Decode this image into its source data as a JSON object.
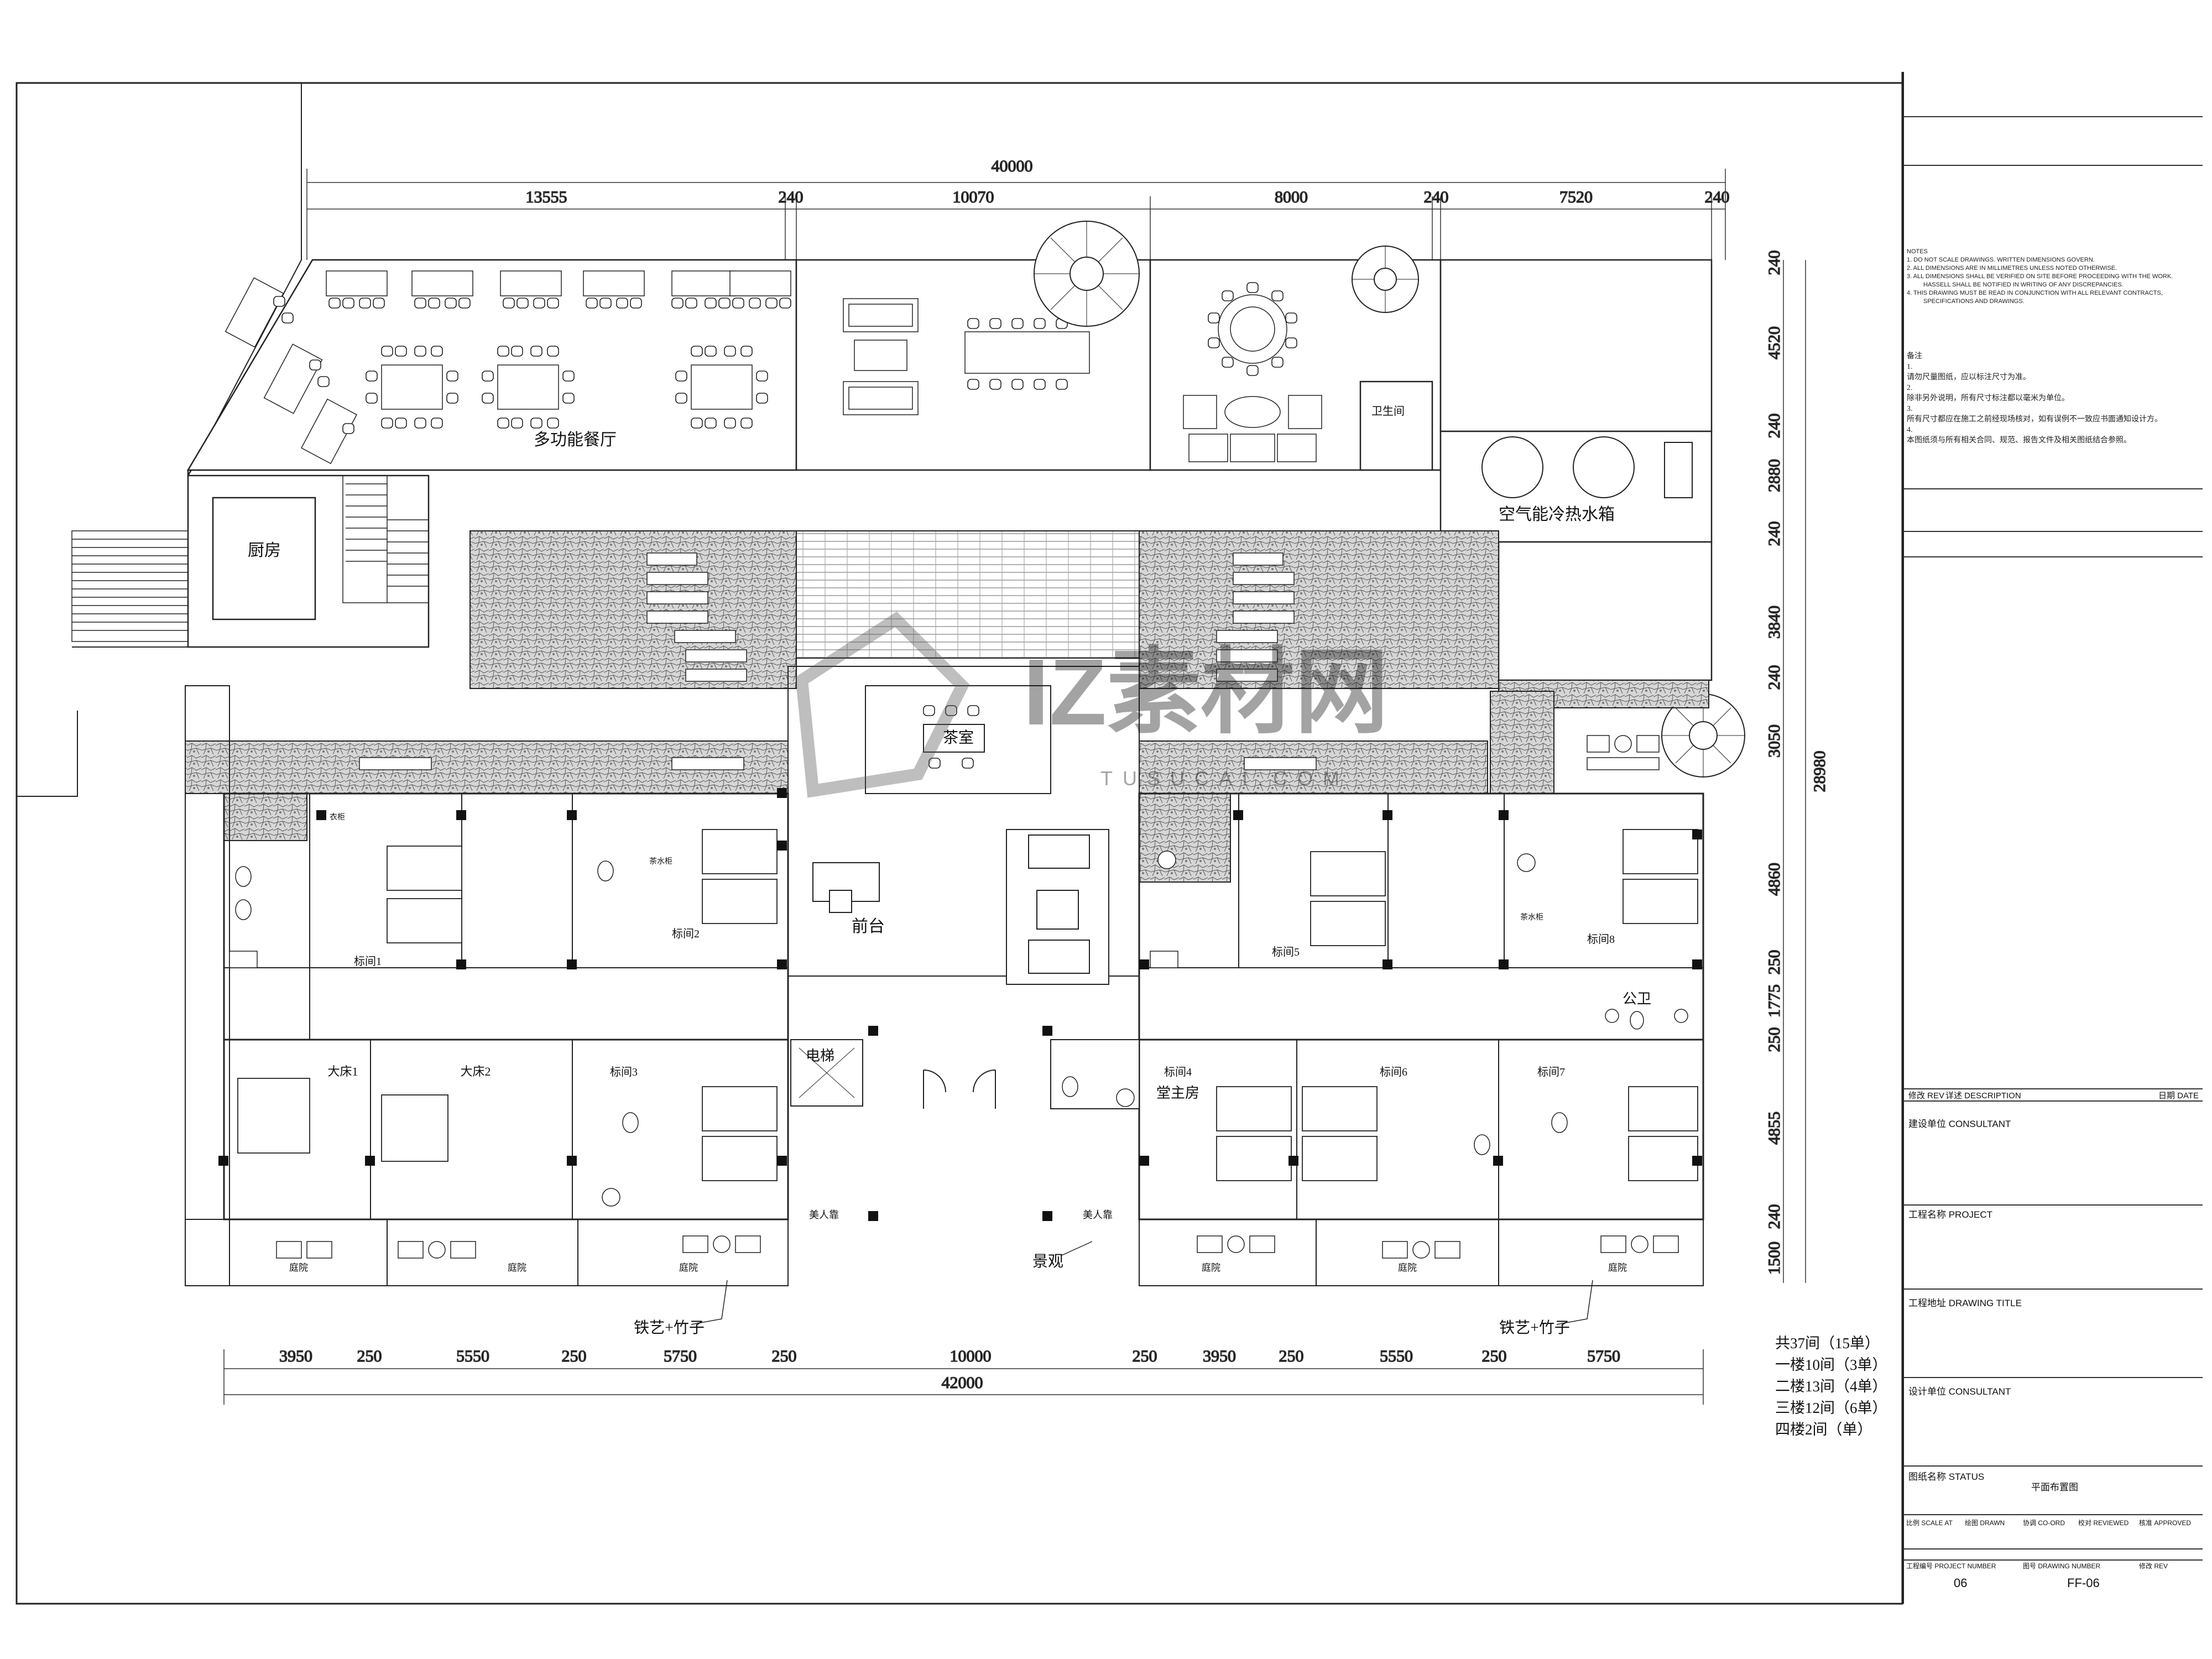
{
  "overall_dims": {
    "top_total": "40000",
    "top_segments": [
      "13555",
      "240",
      "10070",
      "8000",
      "240",
      "7520",
      "240"
    ],
    "bottom_total": "42000",
    "bottom_segments": [
      "3950",
      "250",
      "5550",
      "250",
      "5750",
      "250",
      "10000",
      "250",
      "3950",
      "250",
      "5550",
      "250",
      "5750"
    ],
    "right_total": "28980",
    "right_segments": [
      "240",
      "4520",
      "240",
      "2880",
      "240",
      "3840",
      "240",
      "3050",
      "4860",
      "250",
      "1775",
      "250",
      "4855",
      "240",
      "1500"
    ]
  },
  "rooms": {
    "dining": "多功能餐厅",
    "kitchen": "厨房",
    "water_tank": "空气能冷热水箱",
    "toilet_top": "卫生间",
    "tea_room": "茶室",
    "reception": "前台",
    "elevator": "电梯",
    "public_toilet": "公卫",
    "std1": "标间1",
    "std2": "标间2",
    "std3": "标间3",
    "std4": "标间4",
    "std5": "标间5",
    "std6": "标间6",
    "std7": "标间7",
    "std8": "标间8",
    "big1": "大床1",
    "big2": "大床2",
    "master": "堂主房",
    "landscape": "景观",
    "ironwork_left": "铁艺+竹子",
    "ironwork_right": "铁艺+竹子",
    "courtyard": "庭院",
    "rest_bench": "美人靠",
    "wardrobe": "衣柜",
    "tea_cabinet": "茶水柜"
  },
  "room_stats": [
    "共37间（15单）",
    "一楼10间（3单）",
    "二楼13间（4单）",
    "三楼12间（6单）",
    "四楼2间（单）"
  ],
  "watermark": {
    "main": "IZ素材网",
    "sub": "TUSUCAI.COM"
  },
  "notes": {
    "heading": "NOTES",
    "items": [
      "1.     DO NOT SCALE DRAWINGS. WRITTEN DIMENSIONS GOVERN.",
      "2.     ALL DIMENSIONS ARE IN MILLIMETRES UNLESS NOTED OTHERWISE.",
      "3.     ALL DIMENSIONS SHALL BE VERIFIED ON SITE BEFORE PROCEEDING WITH THE WORK. HASSELL SHALL BE NOTIFIED IN WRITING OF ANY DISCREPANCIES.",
      "4.     THIS DRAWING MUST BE READ IN CONJUNCTION WITH ALL RELEVANT CONTRACTS, SPECIFICATIONS AND DRAWINGS."
    ],
    "cn_heading": "备注",
    "cn_items": [
      "1.",
      "请勿尺量图纸，应以标注尺寸为准。",
      "2.",
      "除非另外说明，所有尺寸标注都以毫米为单位。",
      "3.",
      "所有尺寸都应在施工之前经现场核对，如有误例不一致应书面通知设计方。",
      "4.",
      "本图纸须与所有相关合同、规范、报告文件及相关图纸结合参照。"
    ]
  },
  "title_block": {
    "rev_header": "修改 REV",
    "desc_header": "详述 DESCRIPTION",
    "date_header": "日期 DATE",
    "client": "建设单位  CONSULTANT",
    "project": "工程名称  PROJECT",
    "drawing_title": "工程地址 DRAWING TITLE",
    "consultant": "设计单位  CONSULTANT",
    "status_label": "图纸名称 STATUS",
    "drawing_name": "平面布置图",
    "scale_label": "比例 SCALE AT",
    "drawn_label": "绘图 DRAWN",
    "coord_label": "协调 CO-ORD",
    "reviewed_label": "校对 REVIEWED",
    "approved_label": "核准 APPROVED",
    "project_number_label": "工程编号 PROJECT NUMBER",
    "drawing_number_label": "图号  DRAWING NUMBER",
    "rev_label": "修改 REV",
    "project_number": "06",
    "drawing_number": "FF-06"
  }
}
